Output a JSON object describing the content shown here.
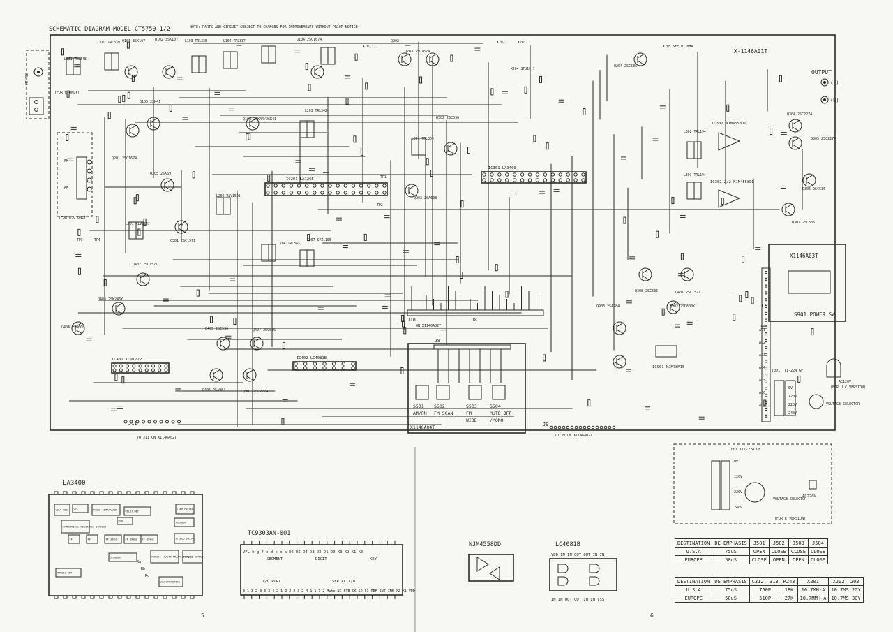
{
  "header": {
    "title": "SCHEMATIC DIAGRAM  MODEL CT5750  1/2",
    "note": "NOTE: PARTS AND CIRCUIT SUBJECT TO CHANGES FOR IMPROVEMENTS WITHOUT PRIOR NOTICE."
  },
  "boards": {
    "main": "X-1146A01T",
    "power_sw_board": "X1146A03T",
    "switch_board": "X1146A04T"
  },
  "output": {
    "label": "OUTPUT",
    "left": "(L)",
    "right": "(R)"
  },
  "antenna": {
    "fm": "FM 75Ω",
    "for_e": "(FOR E ONLY)",
    "for_uc": "(FOR U.C ONLY)",
    "fm2": "FM",
    "am": "AM"
  },
  "transistors": [
    "Q101 3SK107",
    "Q102 3SK107",
    "Q104 2SC1674",
    "Q105 2SK41",
    "Q103 2SK44/2SK41",
    "Q201 2SC1674",
    "Q202",
    "Q203 2SC1674",
    "Q204 2SC536",
    "Q205 2SK69",
    "Q301 2SC1571",
    "Q302 2SC536",
    "Q303 2SA608",
    "Q304 2SC2274",
    "Q305 2SC2274",
    "Q306 2SC536",
    "Q307 2SC536",
    "Q308 2SC536",
    "Q401 2SC1571",
    "Q402 2SC1571",
    "Q403 2SK246Y",
    "Q404 2SA608",
    "Q405 2SC536",
    "Q406 2SA984",
    "Q407 2SC536",
    "Q901 2SC2274",
    "Q902 2SD600K",
    "Q903 2SA984"
  ],
  "ics": {
    "ic201": "IC201 LA1265",
    "ic301": "IC301 LA3400",
    "ic302a": "IC302 NJM4558DD",
    "ic302b": "IC302 2/2 NJM4558DD",
    "ic401": "IC401 TC9172P",
    "ic402": "IC402 LC4081B",
    "ic901": "IC901 NJM78M15"
  },
  "misc_labels": [
    "L101 TRL348",
    "L102 TRL339",
    "L103 TRL338",
    "L104 TRL337",
    "L201 RLV1257",
    "L202 RLV1501",
    "L203 TRL342",
    "L204 TRL343",
    "L301 TRL309",
    "L302 TRL194",
    "L303 TRL194",
    "X201",
    "X202",
    "X203",
    "X204 SFU10.7",
    "X205 SFE10.7MHA",
    "X207 SFZ1100",
    "TP1",
    "TP2",
    "TP3",
    "TP4"
  ],
  "connectors": {
    "j7": "J7",
    "j8": "J8",
    "j9": "J9",
    "j10": "J10",
    "j11": "J11",
    "j10_note": "ON X1146A02T",
    "j11_note": "TO J11 ON X1146A02T",
    "j9_note": "TO J9 ON X1146A02T"
  },
  "switches": [
    {
      "id": "S501",
      "label": "AM/FM"
    },
    {
      "id": "S502",
      "label": "FM SCAN"
    },
    {
      "id": "S503",
      "label": "FM WIDE"
    },
    {
      "id": "S504",
      "label": "MUTE OFF /MONO"
    }
  ],
  "power": {
    "switch": "S901 POWER SW",
    "transformer": "T001 TT1-224 GF",
    "for_uc": "(FOR U.C VERSION)",
    "ac120": "AC120V",
    "voltage_selector": "VOLTAGE SELECTOR",
    "taps": [
      "0V",
      "120V",
      "220V",
      "240V"
    ],
    "for_e": "(FOR E VERSION)",
    "ac220": "AC220V",
    "fuse_lines": [
      "AC1",
      "AC2",
      "AC3",
      "AC4",
      "AC5",
      "AC6",
      "AC7"
    ]
  },
  "la3400": {
    "title": "LA3400",
    "blocks": [
      "VOLT REG",
      "OSC",
      "PHASE COMPARATOR",
      "PILOT DET",
      "LAMP DRIVER",
      "SYMMETRICAL REACTANCE CIRCUIT",
      "VCO",
      "TRIGGER",
      "FF",
      "FF",
      "FF 38kHz",
      "FF 19kHz",
      "FF 19kHz",
      "STEREO SWITCH",
      "DECODER",
      "MUTING on/off FM/AM changed",
      "MUTING OUTPUT",
      "MUTING CKT",
      "Vcc ON MUTING",
      "Ra",
      "Rb",
      "Rc"
    ]
  },
  "tc9303": {
    "title": "TC9303AN-001",
    "top_pins": "VFL h g f e d c b a D6 D5 D4 D3 D2 D1 D0 K3 K2 K1 K0",
    "groups": [
      "SEGMENT",
      "DIGIT",
      "KEY",
      "I/O PORT",
      "SERIAL I/O"
    ],
    "bottom_pins": "3-1 3-2 3-3 3-4 2-1 2-2 2-3 2-4 1-1 1-2 Mute NC STB CK SO SI REF INT INH X2 X1 VDD"
  },
  "njm4558": {
    "title": "NJM4558DD"
  },
  "lc4081": {
    "title": "LC4081B",
    "top_pins": "VDD IN IN OUT OUT IN IN",
    "bottom_pins": "IN IN OUT OUT IN IN VSS"
  },
  "table1": {
    "headers": [
      "DESTINATION",
      "DE-EMPHASIS",
      "J501",
      "J502",
      "J503",
      "J504"
    ],
    "rows": [
      [
        "U.S.A",
        "75uS",
        "OPEN",
        "CLOSE",
        "CLOSE",
        "CLOSE"
      ],
      [
        "EUROPE",
        "50uS",
        "CLOSE",
        "OPEN",
        "OPEN",
        "CLOSE"
      ]
    ]
  },
  "table2": {
    "headers": [
      "DESTINATION",
      "DE EMPHASIS",
      "C312, 313",
      "R243",
      "X201",
      "X202, 203"
    ],
    "rows": [
      [
        "U.S.A",
        "75uS",
        "750P",
        "18K",
        "10.7MH-A",
        "10.7MS 2GY"
      ],
      [
        "EUROPE",
        "50uS",
        "510P",
        "27K",
        "10.7MMH-A",
        "10.7MS 3GY"
      ]
    ]
  },
  "pages": {
    "left": "5",
    "right": "6"
  }
}
